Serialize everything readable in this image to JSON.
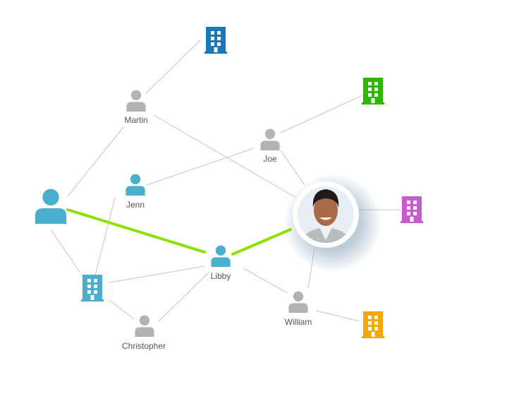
{
  "people": {
    "martin": "Martin",
    "joe": "Joe",
    "jenn": "Jenn",
    "libby": "Libby",
    "william": "William",
    "christopher": "Christopher"
  },
  "colors": {
    "highlight": "#8fe000",
    "person_gray": "#b3b3b3",
    "person_teal": "#4aafcc",
    "building_blue": "#1a78b8",
    "building_green": "#2db800",
    "building_purple": "#c95bd1",
    "building_orange": "#f5a800",
    "building_teal": "#4aafcc"
  }
}
